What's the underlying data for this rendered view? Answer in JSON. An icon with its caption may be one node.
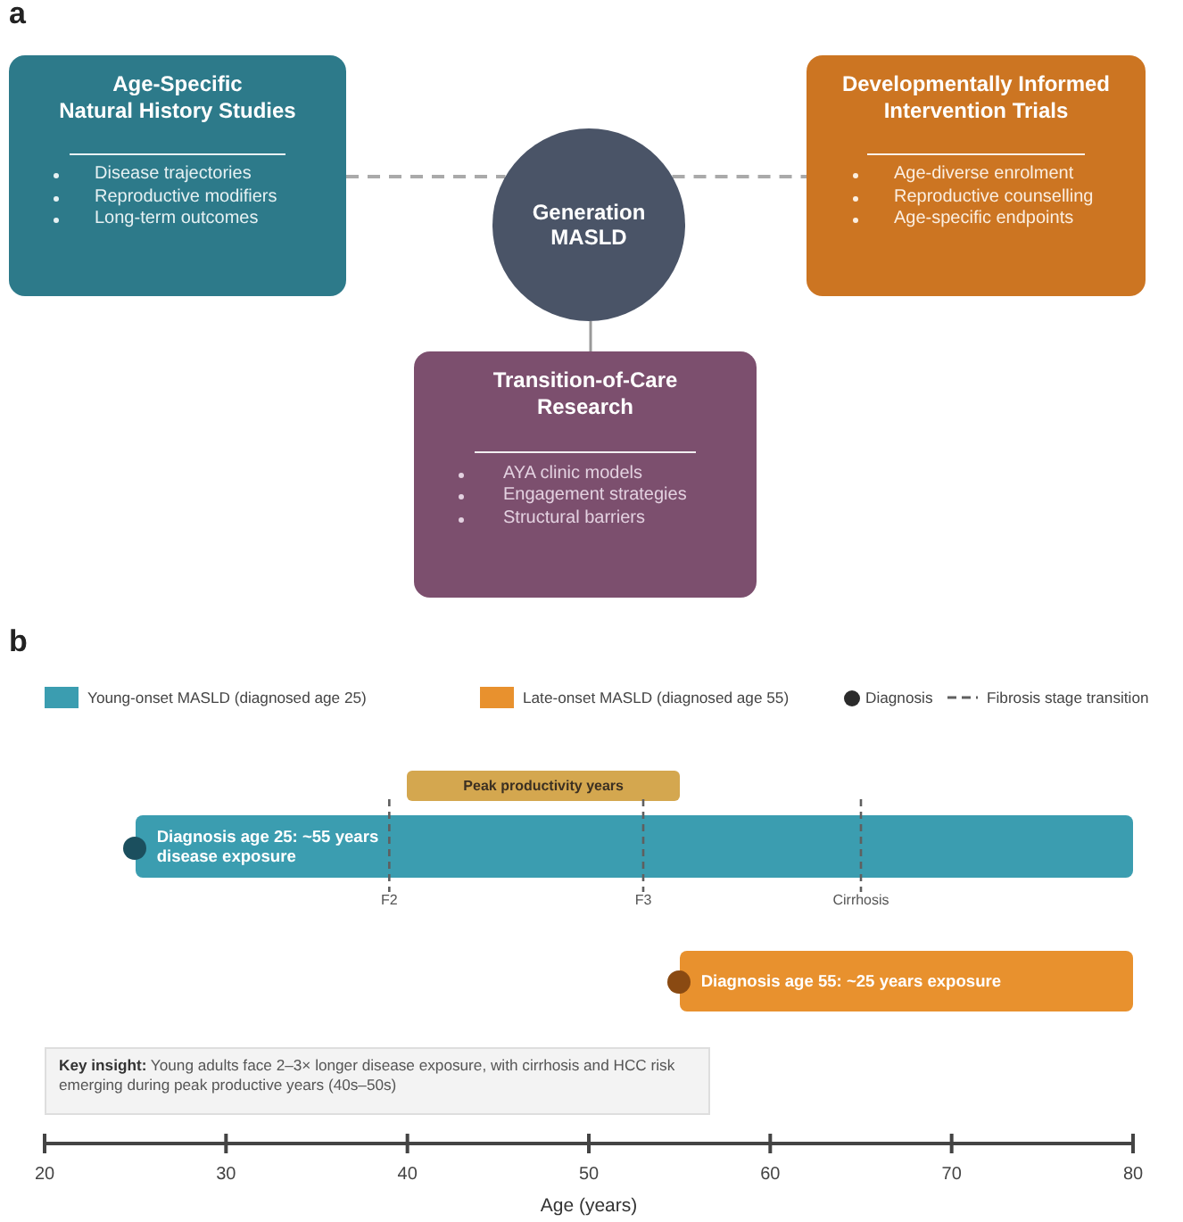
{
  "diagram": {
    "nodes": [
      {
        "text": [
          "Age-Specific Natural History Studies",
          "Disease trajectories",
          "Reproductive modifiers",
          "Long-term outcomes"
        ]
      },
      {
        "text": [
          "Generation MASLD"
        ]
      },
      {
        "text": [
          "Developmentally Informed Intervention Trials",
          "Age-diverse enrolment",
          "Reproductive counselling",
          "Age-specific endpoints"
        ]
      },
      {
        "text": [
          "Transition-of-Care Research",
          "AYA clinic models",
          "Engagement strategies",
          "Structural barriers"
        ]
      },
      {
        "text": [
          "Peak productivity years"
        ]
      },
      {
        "text": [
          "Diagnosis age 25: ~55 years disease exposure"
        ]
      },
      {
        "text": [
          "Diagnosis age 55: ~25 years exposure"
        ]
      },
      {
        "text": [
          "**Key insight:** Young adults face 2–3× longer disease exposure, with cirrhosis and HCC risk emerging during peak productive years (40s–50s)"
        ]
      }
    ],
    "edges": [
      {
        "from": 0,
        "to": 1,
        "arrow": "none",
        "style": "dashed"
      },
      {
        "from": 1,
        "to": 2,
        "arrow": "none",
        "style": "dashed"
      },
      {
        "from": 1,
        "to": 3,
        "arrow": "none"
      }
    ],
    "labels": [
      "a",
      "b",
      "F2",
      "F3",
      "Cirrhosis",
      "20",
      "30",
      "40",
      "50",
      "60",
      "70",
      "80",
      "Age (years)"
    ],
    "legend": [
      {
        "text": "Young-onset MASLD (diagnosed age 25)",
        "color": "#3b9db0"
      },
      {
        "text": "Late-onset MASLD (diagnosed age 55)",
        "color": "#e8912e"
      },
      {
        "text": "Diagnosis"
      },
      {
        "text": "Fibrosis stage transition"
      }
    ]
  }
}
